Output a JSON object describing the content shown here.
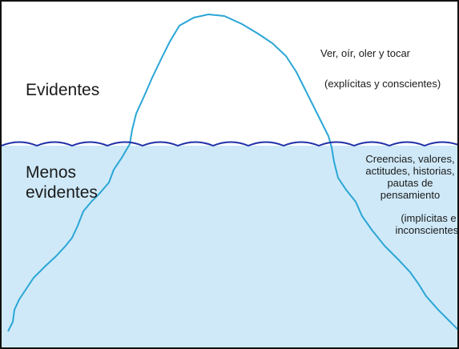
{
  "above": {
    "label": "Evidentes",
    "description_1": "Ver, oír, oler y tocar",
    "description_2": "(explícitas y conscientes)"
  },
  "below": {
    "label_line_1": "Menos",
    "label_line_2": "evidentes",
    "description_lines": [
      "Creencias, valores,",
      "actitudes, historias,",
      "pautas de",
      "pensamiento"
    ],
    "qualifier_lines": [
      "(implícitas e",
      "inconscientes)"
    ]
  },
  "colors": {
    "water": "#cfe9f8",
    "waterline": "#1f2fa8",
    "iceberg_outline": "#2aa6d6",
    "frame": "#111111"
  }
}
